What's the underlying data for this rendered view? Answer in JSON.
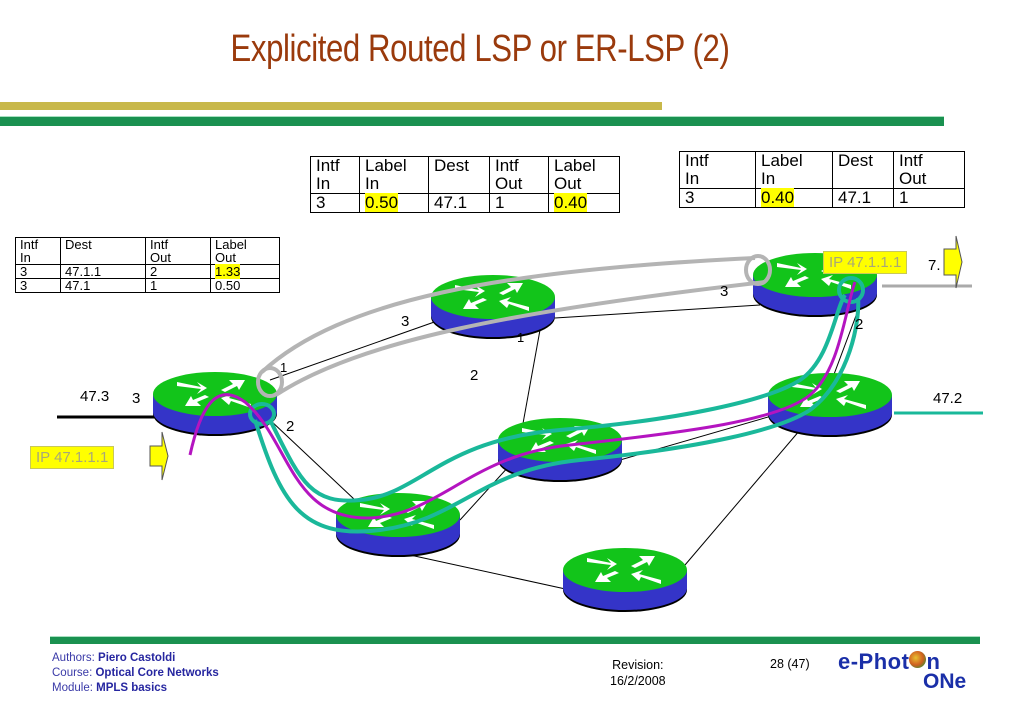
{
  "slide": {
    "title": "Explicited Routed LSP or ER-LSP (2)"
  },
  "tables": {
    "ingress": {
      "headers": [
        [
          "Intf",
          "In"
        ],
        [
          "Dest",
          ""
        ],
        [
          "Intf",
          "Out"
        ],
        [
          "Label",
          "Out"
        ]
      ],
      "rows": [
        {
          "intf_in": "3",
          "dest": "47.1.1",
          "intf_out": "2",
          "label_out": "1.33",
          "highlight": [
            "label_out"
          ]
        },
        {
          "intf_in": "3",
          "dest": "47.1",
          "intf_out": "1",
          "label_out": "0.50",
          "highlight": []
        }
      ]
    },
    "core": {
      "headers": [
        [
          "Intf",
          "In"
        ],
        [
          "Label",
          "In"
        ],
        [
          "Dest",
          ""
        ],
        [
          "Intf",
          "Out"
        ],
        [
          "Label",
          "Out"
        ]
      ],
      "rows": [
        {
          "intf_in": "3",
          "label_in": "0.50",
          "dest": "47.1",
          "intf_out": "1",
          "label_out": "0.40",
          "highlight": [
            "label_in",
            "label_out"
          ]
        }
      ]
    },
    "egress": {
      "headers": [
        [
          "Intf",
          "In"
        ],
        [
          "Label",
          "In"
        ],
        [
          "Dest",
          ""
        ],
        [
          "Intf",
          "Out"
        ]
      ],
      "rows": [
        {
          "intf_in": "3",
          "label_in": "0.40",
          "dest": "47.1",
          "intf_out": "1",
          "highlight": [
            "label_in"
          ]
        }
      ]
    }
  },
  "diagram": {
    "packet_in": "IP 47.1.1.1",
    "packet_out": "IP 47.1.1.1",
    "network_labels": {
      "net_left": "47.3",
      "net_right": "47.2",
      "net_top_right_partial": "7."
    },
    "port_labels": {
      "ingress_in": "3",
      "ingress_out1": "1",
      "ingress_out2": "2",
      "core_in": "3",
      "core_out": "1",
      "core_below": "2",
      "egress_in": "3",
      "egress_down": "2"
    },
    "colors": {
      "router_top": "#12c41a",
      "router_side": "#3434c8",
      "lsp_tunnel": "#b4b4b4",
      "path_teal": "#1ab89a",
      "path_magenta": "#b414c0",
      "highlight": "#ffff00"
    }
  },
  "footer": {
    "authors_label": "Authors: ",
    "authors": "Piero Castoldi",
    "course_label": "Course: ",
    "course": "Optical Core Networks",
    "module_label": "Module: ",
    "module": "MPLS basics",
    "revision_label": "Revision:",
    "revision_date": "16/2/2008",
    "page": "28 (47)",
    "logo_line1a": "e-Phot",
    "logo_line1b": "n",
    "logo_line2": "ONe"
  }
}
